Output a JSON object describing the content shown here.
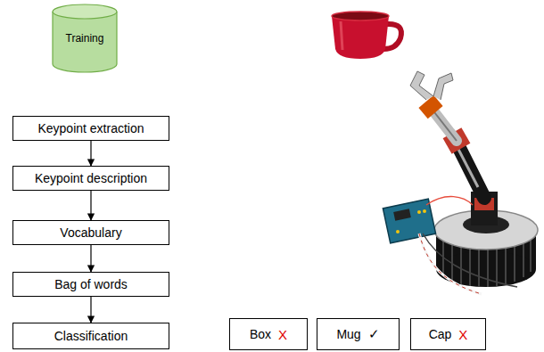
{
  "diagram": {
    "nodes": [
      {
        "text": [
          "Training"
        ]
      },
      {
        "text": [
          "Keypoint extraction"
        ]
      },
      {
        "text": [
          "Keypoint description"
        ]
      },
      {
        "text": [
          "Vocabulary"
        ]
      },
      {
        "text": [
          "Bag of words"
        ]
      },
      {
        "text": [
          "Classification"
        ]
      },
      {
        "text": [
          "Box",
          "X"
        ]
      },
      {
        "text": [
          "Mug",
          "✓"
        ]
      },
      {
        "text": [
          "Cap",
          "X"
        ]
      }
    ],
    "edges": [
      {
        "from": 1,
        "to": 2,
        "arrow": "to"
      },
      {
        "from": 2,
        "to": 3,
        "arrow": "to"
      },
      {
        "from": 3,
        "to": 4,
        "arrow": "to"
      },
      {
        "from": 4,
        "to": 5,
        "arrow": "to"
      }
    ]
  }
}
